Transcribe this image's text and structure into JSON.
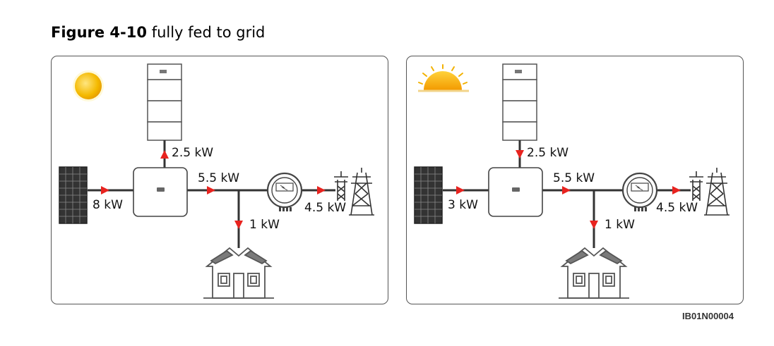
{
  "caption": {
    "number": "Figure 4-10",
    "text": "fully fed to grid"
  },
  "colors": {
    "arrow": "#e8231f",
    "line": "#333333",
    "outline": "#555555",
    "sun": "#f3b800"
  },
  "panels": [
    {
      "sun": "full-sun-icon",
      "battery_flow": "charging",
      "labels": {
        "battery": "2.5 kW",
        "pv": "8 kW",
        "inverter_out": "5.5 kW",
        "load": "1 kW",
        "grid": "4.5 kW"
      }
    },
    {
      "sun": "setting-sun-icon",
      "battery_flow": "discharging",
      "labels": {
        "battery": "2.5 kW",
        "pv": "3 kW",
        "inverter_out": "5.5 kW",
        "load": "1 kW",
        "grid": "4.5 kW"
      }
    }
  ],
  "figure_id": "IB01N00004"
}
